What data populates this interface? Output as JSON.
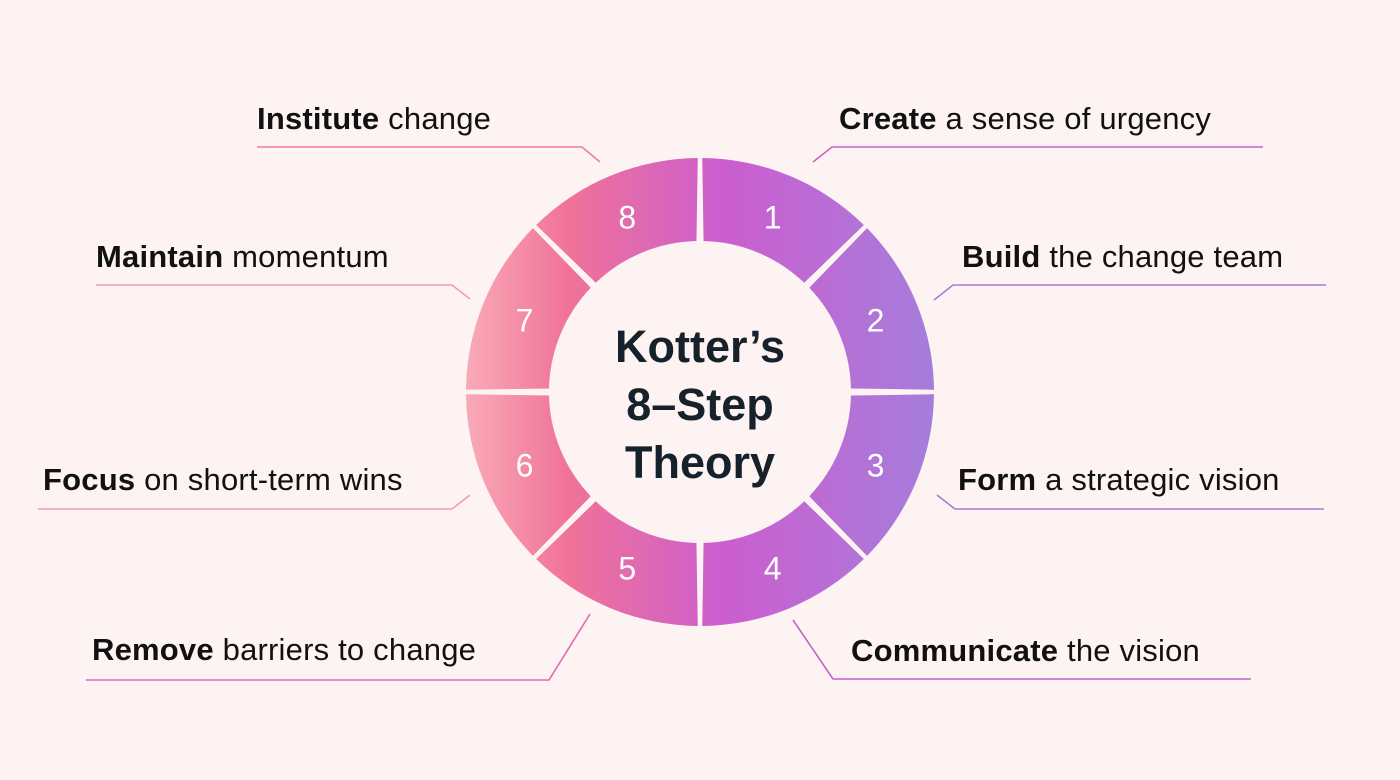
{
  "title": {
    "line1": "Kotter’s",
    "line2": "8–Step",
    "line3": "Theory"
  },
  "steps": [
    {
      "number": "1",
      "bold": "Create",
      "rest": " a sense of urgency",
      "line_color": "#cc62c8"
    },
    {
      "number": "2",
      "bold": "Build",
      "rest": " the change team",
      "line_color": "#a97ad8"
    },
    {
      "number": "3",
      "bold": "Form",
      "rest": " a strategic vision",
      "line_color": "#a97ad8"
    },
    {
      "number": "4",
      "bold": "Communicate",
      "rest": " the vision",
      "line_color": "#c460cc"
    },
    {
      "number": "5",
      "bold": "Remove",
      "rest": " barriers to change",
      "line_color": "#e268b4"
    },
    {
      "number": "6",
      "bold": "Focus",
      "rest": " on short-term wins",
      "line_color": "#f49ab2"
    },
    {
      "number": "7",
      "bold": "Maintain",
      "rest": " momentum",
      "line_color": "#f49ab2"
    },
    {
      "number": "8",
      "bold": "Institute",
      "rest": " change",
      "line_color": "#f07aa4"
    }
  ],
  "colors": {
    "background": "#fdf3f2",
    "grad_left": "#f9aab8",
    "grad_pink": "#f07298",
    "grad_magenta": "#cc5ecf",
    "grad_lavender": "#a57ddb"
  }
}
